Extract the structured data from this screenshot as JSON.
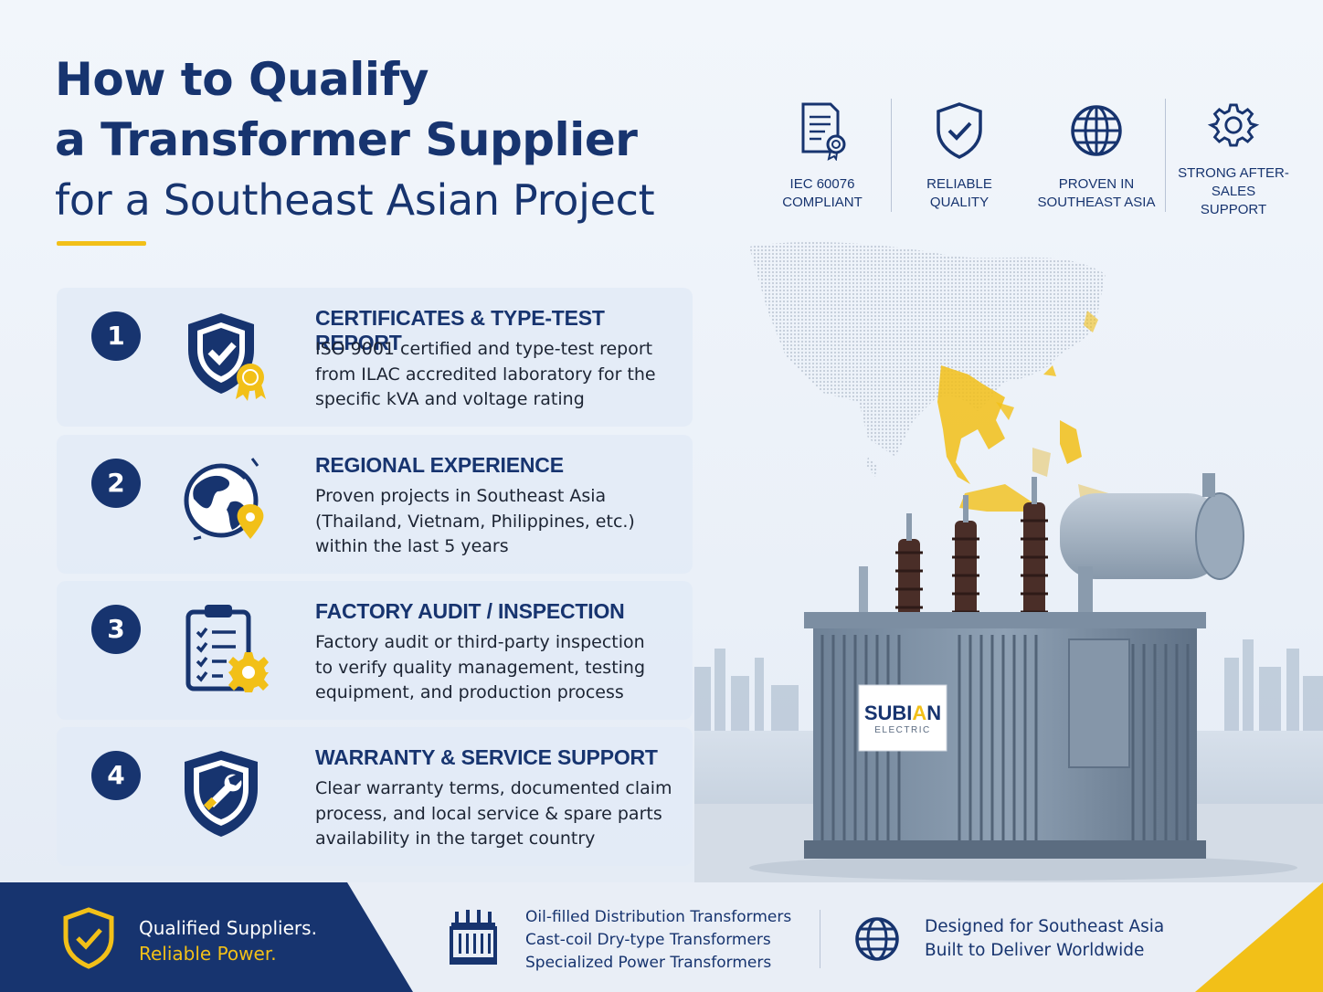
{
  "title": {
    "line1": "How to Qualify",
    "line2": "a Transformer Supplier",
    "line3": "for a Southeast Asian Project"
  },
  "badges": [
    {
      "icon": "certificate-document-icon",
      "line1": "IEC 60076",
      "line2": "COMPLIANT"
    },
    {
      "icon": "shield-check-icon",
      "line1": "RELIABLE",
      "line2": "QUALITY"
    },
    {
      "icon": "globe-icon",
      "line1": "PROVEN IN",
      "line2": "SOUTHEAST ASIA"
    },
    {
      "icon": "gear-icon",
      "line1": "STRONG AFTER-SALES",
      "line2": "SUPPORT"
    }
  ],
  "steps": [
    {
      "number": "1",
      "icon": "shield-award-icon",
      "title": "CERTIFICATES & TYPE-TEST REPORT",
      "lines": [
        "ISO 9001 certified and type-test report",
        "from ILAC accredited laboratory for the",
        "specific kVA and voltage rating"
      ]
    },
    {
      "number": "2",
      "icon": "globe-location-pin-icon",
      "title": "REGIONAL EXPERIENCE",
      "lines": [
        "Proven projects in Southeast Asia",
        "(Thailand, Vietnam, Philippines, etc.)",
        "within the last 5 years"
      ]
    },
    {
      "number": "3",
      "icon": "clipboard-checklist-gear-icon",
      "title": "FACTORY AUDIT / INSPECTION",
      "lines": [
        "Factory audit or third-party inspection",
        "to verify quality management, testing",
        "equipment, and production process"
      ]
    },
    {
      "number": "4",
      "icon": "shield-wrench-icon",
      "title": "WARRANTY & SERVICE SUPPORT",
      "lines": [
        "Clear warranty terms, documented claim",
        "process, and local service & spare parts",
        "availability in the target country"
      ]
    }
  ],
  "transformer_logo": {
    "brand_a": "SUBI",
    "brand_b": "A",
    "brand_c": "N",
    "sub": "ELECTRIC"
  },
  "footer": {
    "tagline1": "Qualified Suppliers.",
    "tagline2": "Reliable Power.",
    "products": [
      "Oil-filled Distribution Transformers",
      "Cast-coil Dry-type Transformers",
      "Specialized Power Transformers"
    ],
    "region1": "Designed for Southeast Asia",
    "region2": "Built to Deliver Worldwide"
  },
  "colors": {
    "navy": "#17346f",
    "yellow": "#f2c018",
    "card": "#e2eaf6",
    "background": "#eef3f9"
  }
}
